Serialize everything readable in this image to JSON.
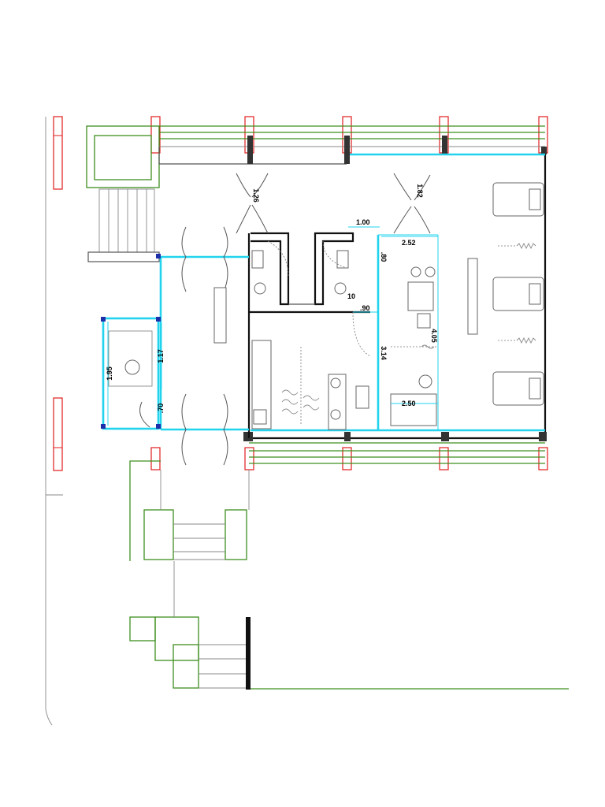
{
  "drawing": {
    "colors": {
      "walls": "#555555",
      "structure": "#111111",
      "glazing": "#22d3ee",
      "landscape": "#3f8f1f",
      "columns": "#e11d1d",
      "furniture": "#666666"
    },
    "dimensions": {
      "d_126": "1.26",
      "d_182": "1.82",
      "d_100": "1.00",
      "d_252": "2.52",
      "d_080": ".80",
      "d_010": "10",
      "d_090": ".90",
      "d_405": "4.05",
      "d_314": "3.14",
      "d_250": "2.50",
      "d_117": "1.17",
      "d_195": "1.95",
      "d_070": ".70"
    }
  }
}
